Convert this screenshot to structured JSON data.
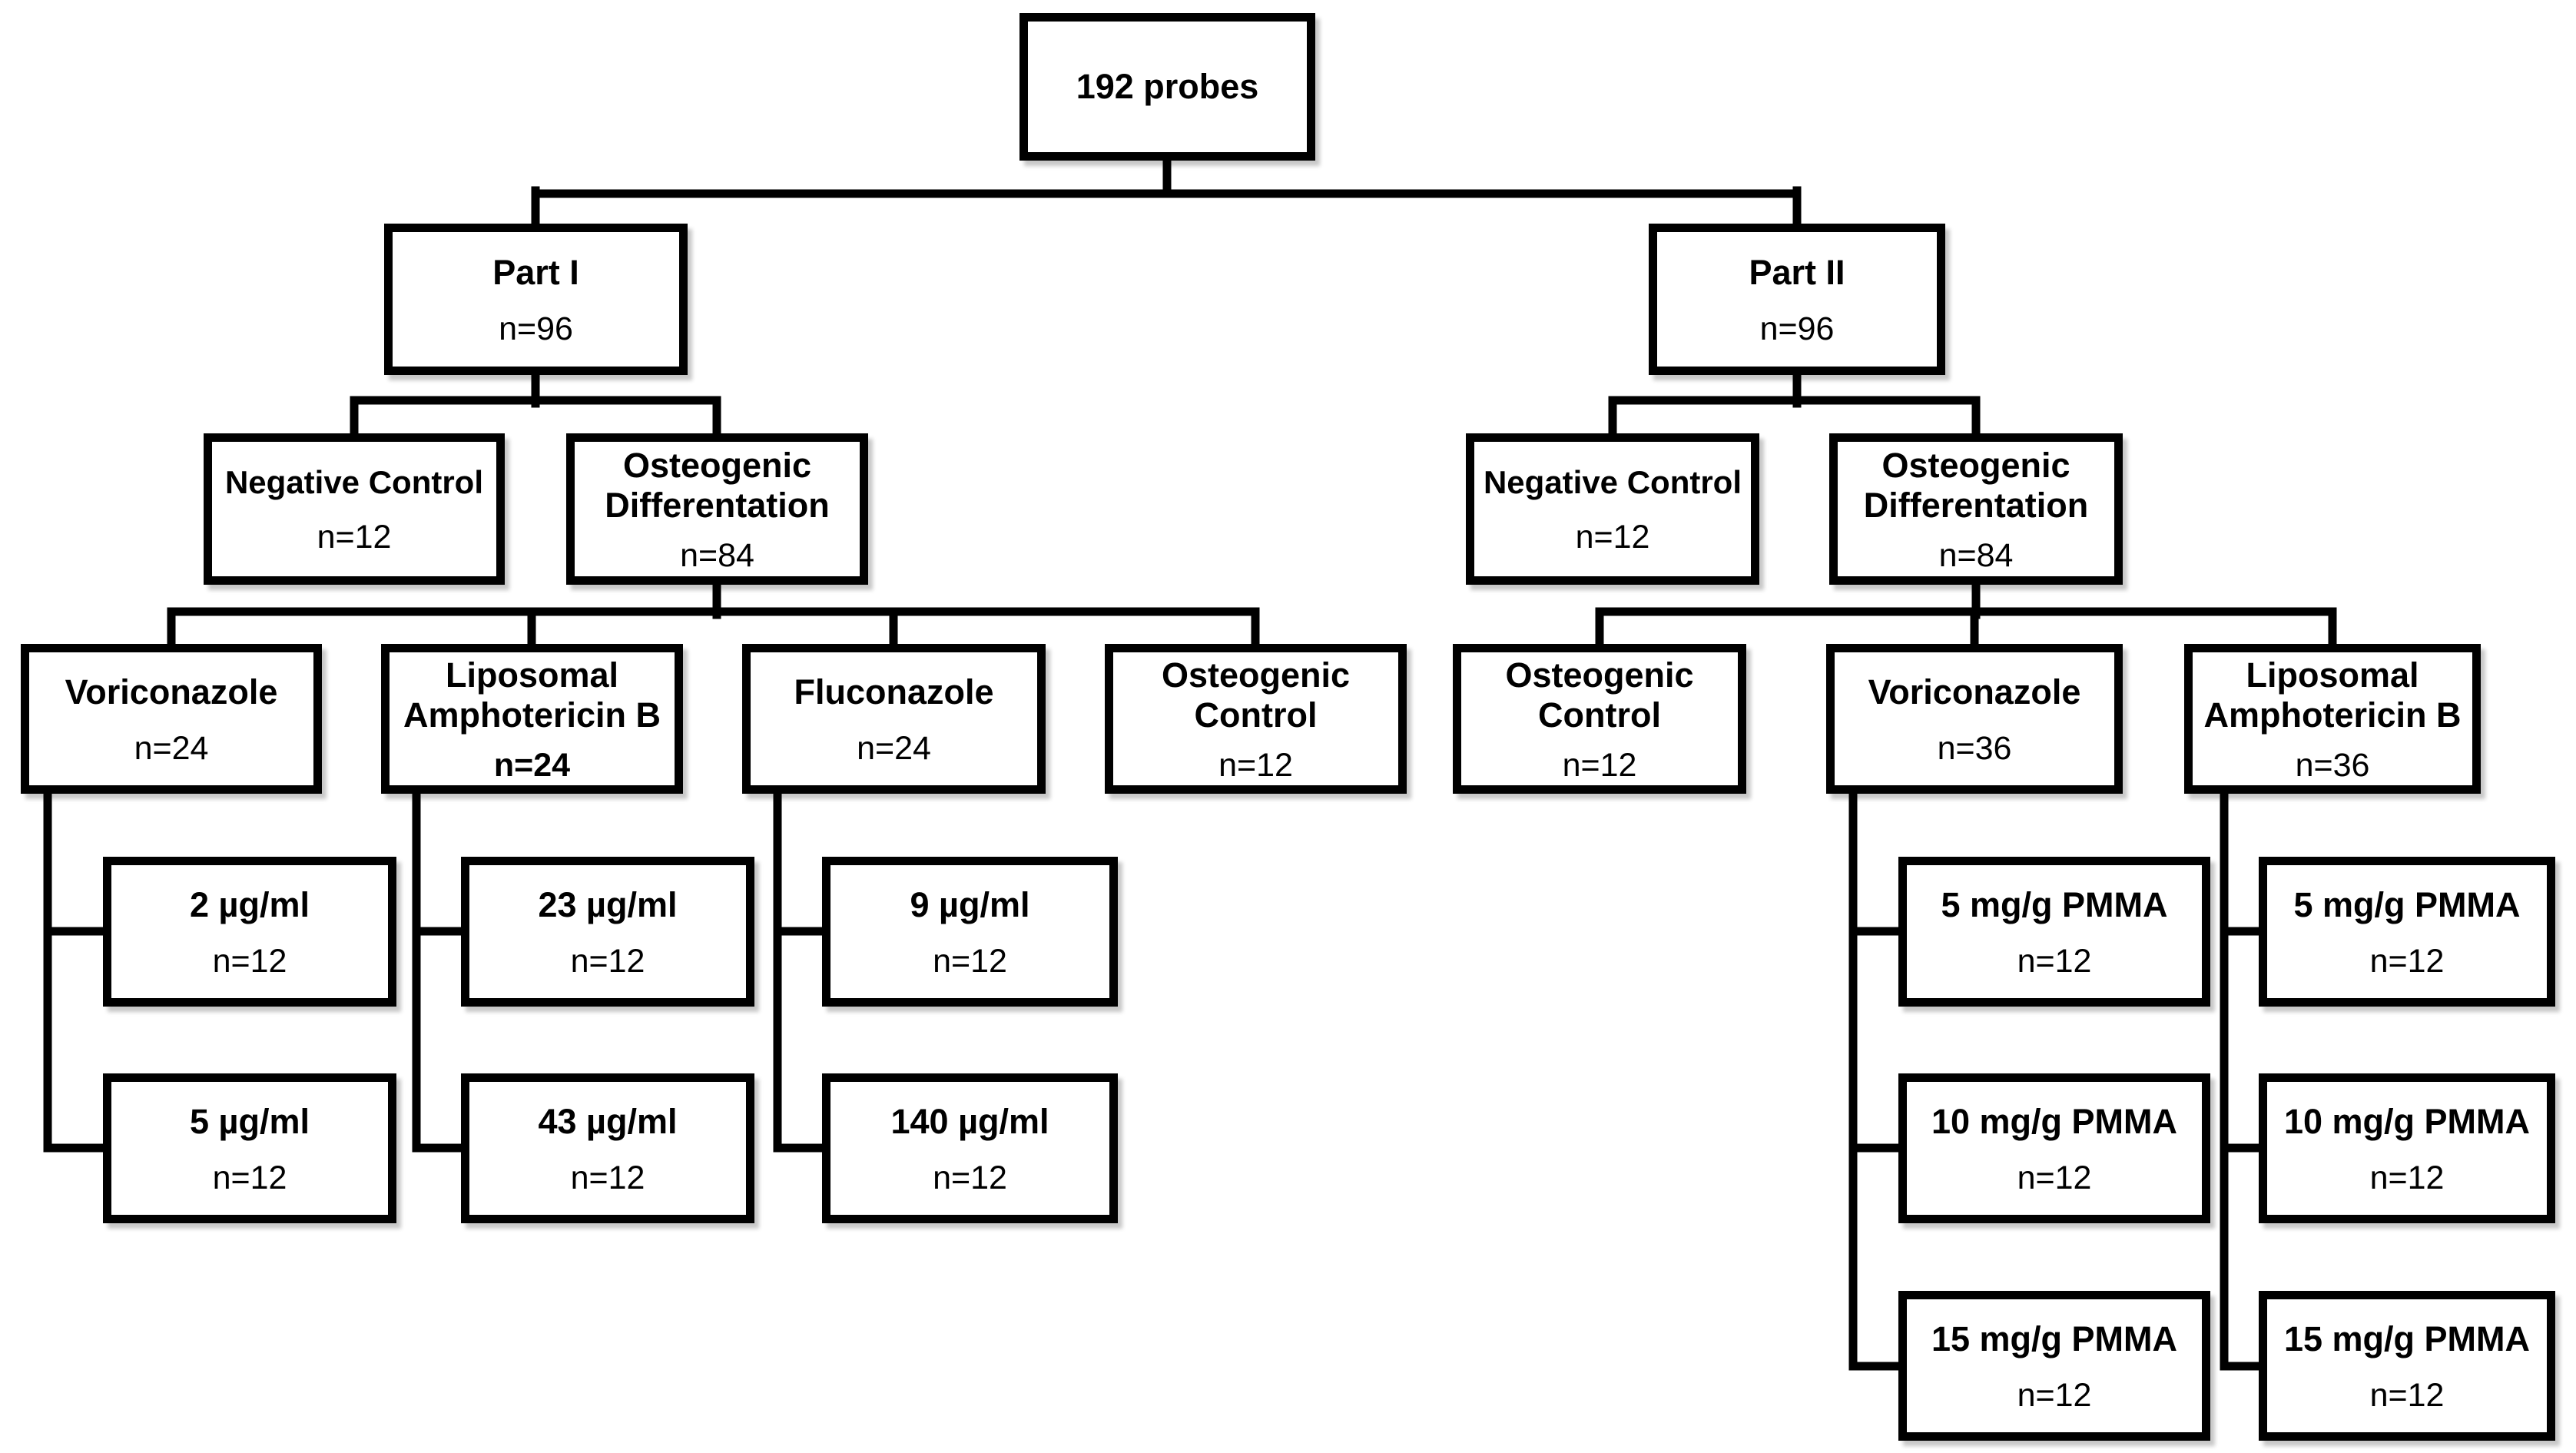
{
  "colors": {
    "box_border": "#000000",
    "box_fill": "#ffffff",
    "text": "#000000",
    "background": "#ffffff"
  },
  "nodes": {
    "root": {
      "title": "192 probes"
    },
    "part1": {
      "title": "Part I",
      "n": "n=96"
    },
    "part2": {
      "title": "Part II",
      "n": "n=96"
    },
    "neg1": {
      "title": "Negative Control",
      "n": "n=12"
    },
    "diff1": {
      "title": "Osteogenic",
      "title2": "Differentation",
      "n": "n=84"
    },
    "neg2": {
      "title": "Negative Control",
      "n": "n=12"
    },
    "diff2": {
      "title": "Osteogenic",
      "title2": "Differentation",
      "n": "n=84"
    },
    "vori1": {
      "title": "Voriconazole",
      "n": "n=24"
    },
    "lipo1": {
      "title": "Liposomal",
      "title2": "Amphotericin B",
      "n": "n=24"
    },
    "fluco": {
      "title": "Fluconazole",
      "n": "n=24"
    },
    "osteoctrl1": {
      "title": "Osteogenic",
      "title2": "Control",
      "n": "n=12"
    },
    "osteoctrl2": {
      "title": "Osteogenic",
      "title2": "Control",
      "n": "n=12"
    },
    "vori2": {
      "title": "Voriconazole",
      "n": "n=36"
    },
    "lipo2": {
      "title": "Liposomal",
      "title2": "Amphotericin B",
      "n": "n=36"
    },
    "dose_v1_2": {
      "title": "2 µg/ml",
      "n": "n=12"
    },
    "dose_v1_5": {
      "title": "5 µg/ml",
      "n": "n=12"
    },
    "dose_l1_23": {
      "title": "23 µg/ml",
      "n": "n=12"
    },
    "dose_l1_43": {
      "title": "43 µg/ml",
      "n": "n=12"
    },
    "dose_f_9": {
      "title": "9 µg/ml",
      "n": "n=12"
    },
    "dose_f_140": {
      "title": "140 µg/ml",
      "n": "n=12"
    },
    "dose_v2_5": {
      "title": "5 mg/g PMMA",
      "n": "n=12"
    },
    "dose_v2_10": {
      "title": "10 mg/g PMMA",
      "n": "n=12"
    },
    "dose_v2_15": {
      "title": "15 mg/g PMMA",
      "n": "n=12"
    },
    "dose_l2_5": {
      "title": "5 mg/g PMMA",
      "n": "n=12"
    },
    "dose_l2_10": {
      "title": "10 mg/g PMMA",
      "n": "n=12"
    },
    "dose_l2_15": {
      "title": "15 mg/g PMMA",
      "n": "n=12"
    }
  }
}
